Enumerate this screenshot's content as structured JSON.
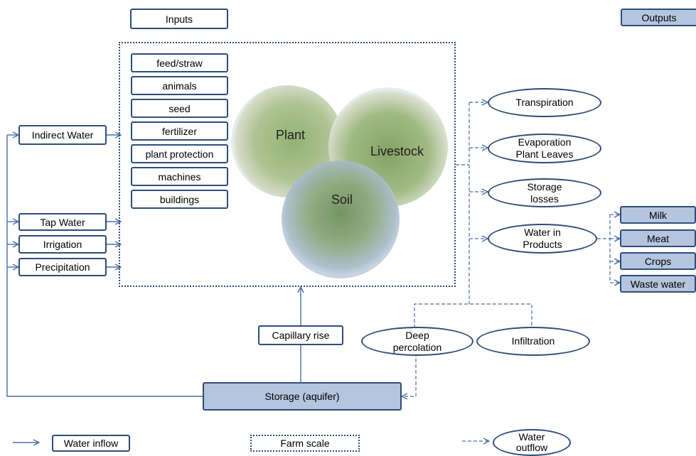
{
  "header": {
    "inputs": "Inputs",
    "outputs": "Outputs"
  },
  "input_items": [
    "feed/straw",
    "animals",
    "seed",
    "fertilizer",
    "plant protection",
    "machines",
    "buildings"
  ],
  "water_sources": {
    "indirect": "Indirect Water",
    "tap": "Tap Water",
    "irrigation": "Irrigation",
    "precipitation": "Precipitation"
  },
  "circles": {
    "plant": "Plant",
    "livestock": "Livestock",
    "soil": "Soil"
  },
  "outflows": {
    "transpiration": "Transpiration",
    "evaporation": [
      "Evaporation",
      "Plant Leaves"
    ],
    "storage_losses": [
      "Storage",
      "losses"
    ],
    "water_in_products": [
      "Water in",
      "Products"
    ]
  },
  "products": [
    "Milk",
    "Meat",
    "Crops",
    "Waste water"
  ],
  "subsurface": {
    "deep_percolation": [
      "Deep",
      "percolation"
    ],
    "infiltration": "Infiltration",
    "capillary_rise": "Capillary rise",
    "storage": "Storage (aquifer)"
  },
  "legend": {
    "water_inflow": "Water inflow",
    "farm_scale": "Farm scale",
    "water_outflow": [
      "Water",
      "outflow"
    ]
  },
  "colors": {
    "stroke": "#2e4e7a",
    "fill": "#b4c5de",
    "arrow": "#4a6ea8"
  }
}
